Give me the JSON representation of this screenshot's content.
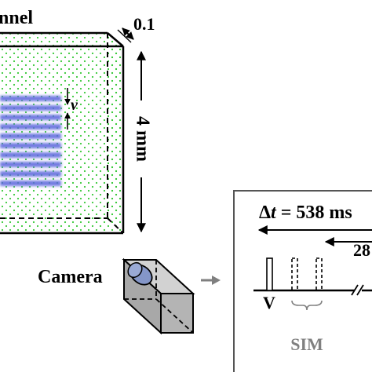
{
  "labels": {
    "channel_title": "nnel",
    "depth": "0.1",
    "height": "4 mm",
    "spacing_symbol": "ν",
    "camera": "Camera",
    "delta_t_prefix": "Δ",
    "delta_t_var": "t",
    "delta_t_value": " = 538 m",
    "delta_t_suffix": "s",
    "second_interval": "28",
    "pulse_v": "V",
    "pulse_sim": "SIM"
  },
  "colors": {
    "particles": "#37c837",
    "stripes": "#5a64dc",
    "camera_body": "#a8a8a8",
    "camera_lens": "#8496c8",
    "arrow": "#7f7f7f",
    "sim_label": "#808080",
    "ink": "#000000"
  }
}
